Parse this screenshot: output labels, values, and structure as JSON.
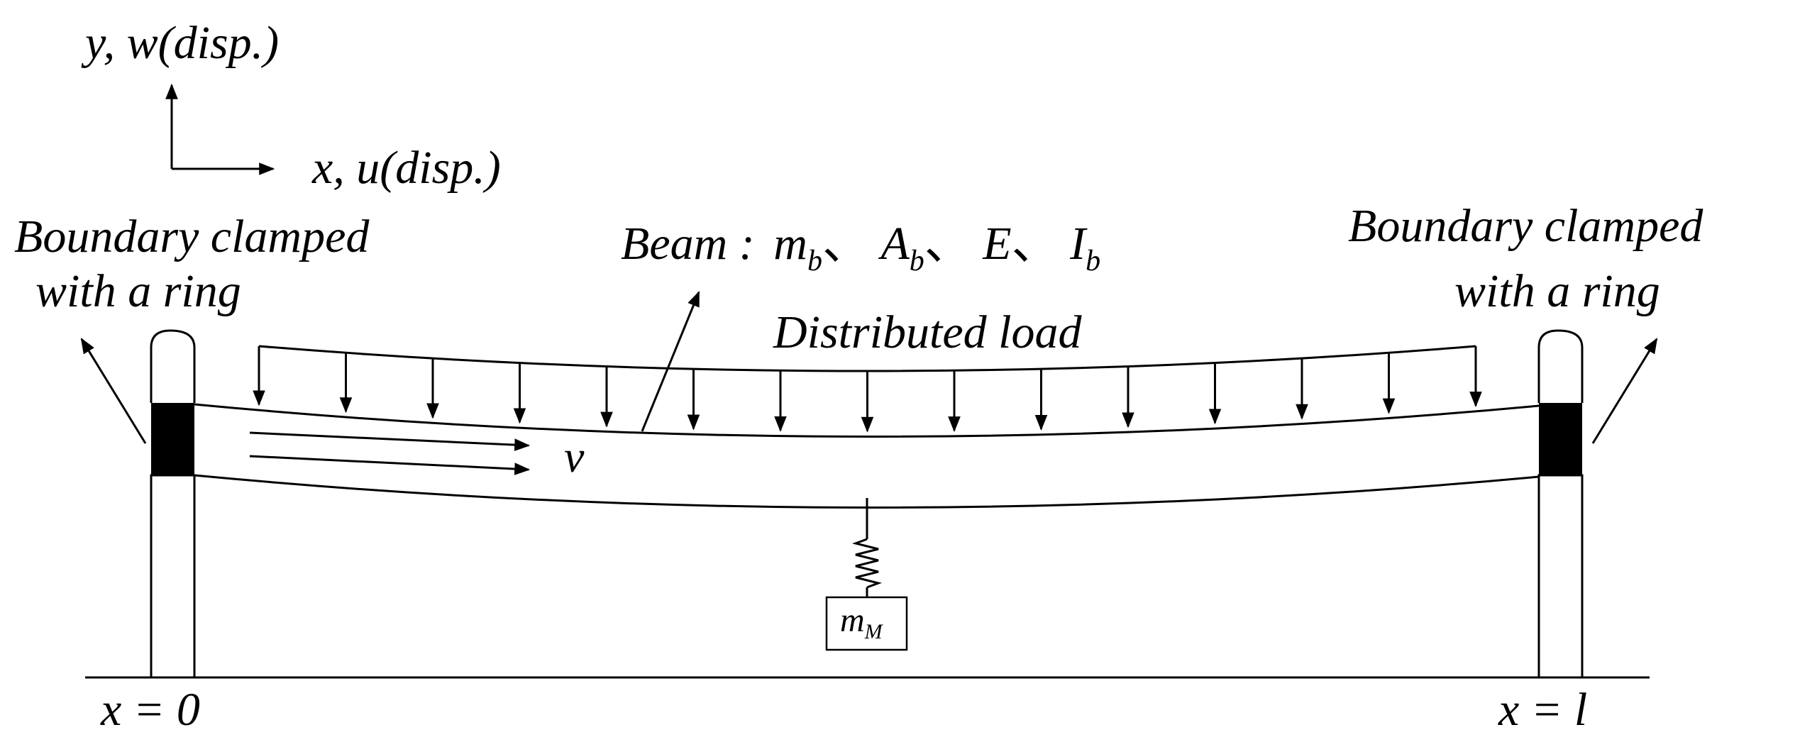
{
  "axes": {
    "y_label": "y, w(disp.)",
    "x_label": "x, u(disp.)"
  },
  "left_boundary": {
    "line1": "Boundary clamped",
    "line2": "with a ring"
  },
  "right_boundary": {
    "line1": "Boundary clamped",
    "line2": "with a ring"
  },
  "beam": {
    "prefix": "Beam :",
    "symbols": [
      {
        "base": "m",
        "sub": "b"
      },
      {
        "base": "A",
        "sub": "b"
      },
      {
        "base": "E",
        "sub": ""
      },
      {
        "base": "I",
        "sub": "b"
      }
    ],
    "separator": "、"
  },
  "load_label": "Distributed load",
  "flow_label": "v",
  "mass": {
    "base": "m",
    "sub": "M"
  },
  "position_left": "x = 0",
  "position_right": "x = l",
  "colors": {
    "ink": "#000000",
    "background": "#ffffff"
  }
}
